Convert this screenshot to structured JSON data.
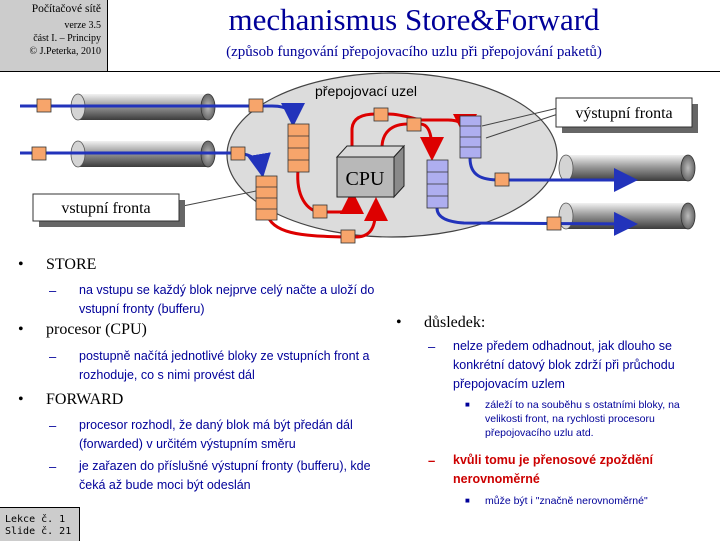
{
  "header": {
    "course_title": "Počítačové sítě",
    "version": "verze 3.5",
    "part": "část I.  – Principy",
    "author": "© J.Peterka, 2010"
  },
  "title": "mechanismus  Store&Forward",
  "subtitle": "(způsob fungování přepojovacího uzlu při přepojování paketů)",
  "diagram": {
    "node_label": "přepojovací uzel",
    "cpu_label": "CPU",
    "input_queue_label": "vstupní fronta",
    "output_queue_label": "výstupní fronta",
    "colors": {
      "packet": "#f7a56b",
      "input_queue": "#f7a56b",
      "output_queue": "#aeaef0",
      "input_arrow": "#2233bb",
      "internal_arrow": "#dd0000",
      "node": "#dcdcdc"
    }
  },
  "left_list": [
    {
      "title": "STORE",
      "items": [
        "na vstupu se každý blok nejprve celý načte a  uloží do vstupní fronty (bufferu)"
      ]
    },
    {
      "title": "procesor (CPU)",
      "items": [
        "postupně načítá jednotlivé bloky ze vstupních front a rozhoduje, co s nimi provést dál"
      ]
    },
    {
      "title": "FORWARD",
      "items": [
        "procesor rozhodl, že daný blok má být předán dál (forwarded) v určitém výstupním  směru",
        "je zařazen do příslušné výstupní fronty (bufferu), kde čeká až bude moci být odeslán"
      ]
    }
  ],
  "right_list": {
    "title": "důsledek:",
    "item1": "nelze předem odhadnout, jak dlouho se konkrétní datový blok zdrží při průchodu přepojovacím  uzlem",
    "item1_sub": "záleží to na souběhu  s ostatními bloky, na velikosti  front, na rychlosti procesoru přepojovacího uzlu atd.",
    "item2": "kvůli tomu je přenosové zpoždění nerovnoměrné",
    "item2_sub": "může být i \"značně nerovnoměrné\""
  },
  "footer": {
    "lesson": "Lekce č. 1",
    "slide": "Slide č. 21"
  }
}
